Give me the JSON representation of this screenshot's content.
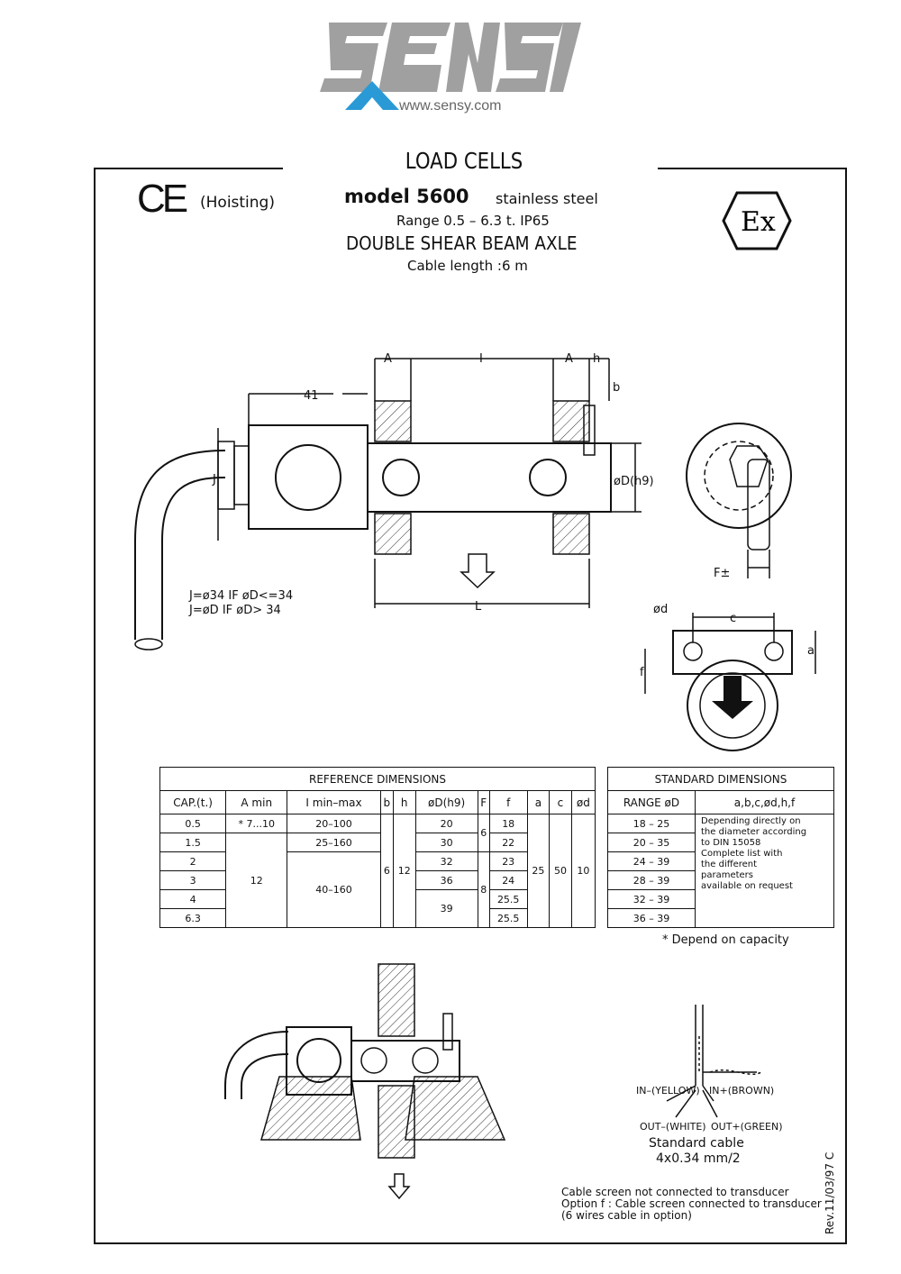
{
  "brand": {
    "logo_text": "SENSY",
    "url": "www.sensy.com"
  },
  "header": {
    "title": "LOAD CELLS",
    "ce_mark": "CE",
    "ce_note": "(Hoisting)",
    "model": "model 5600",
    "material": "stainless steel",
    "range": "Range  0.5 – 6.3 t. IP65",
    "type": "DOUBLE SHEAR BEAM AXLE",
    "cable": "Cable length :6 m",
    "ex_mark": "Ex"
  },
  "drawing_labels": {
    "A_left": "A",
    "I": "I",
    "A_right": "A",
    "h": "h",
    "b": "b",
    "dim_41": "41",
    "J": "J",
    "D": "øD(h9)",
    "L": "L",
    "F": "F±",
    "phi_d": "ød",
    "c": "c",
    "a": "a",
    "f": "f",
    "j_note1": "J=ø34  IF  øD<=34",
    "j_note2": "J=øD   IF  øD> 34"
  },
  "reference_table": {
    "title": "REFERENCE DIMENSIONS",
    "headers": [
      "CAP.(t.)",
      "A min",
      "I min–max",
      "b",
      "h",
      "øD(h9)",
      "F",
      "f",
      "a",
      "c",
      "ød"
    ],
    "cap": [
      "0.5",
      "1.5",
      "2",
      "3",
      "4",
      "6.3"
    ],
    "amin": [
      "*  7...10",
      "12"
    ],
    "imin": [
      "20–100",
      "25–160",
      "40–160"
    ],
    "b": "6",
    "h": "12",
    "D": [
      "20",
      "30",
      "32",
      "36",
      "39"
    ],
    "F": [
      "6",
      "8"
    ],
    "f": [
      "18",
      "22",
      "23",
      "24",
      "25.5",
      "25.5"
    ],
    "a": "25",
    "c": "50",
    "d": "10"
  },
  "standard_table": {
    "title": "STANDARD DIMENSIONS",
    "headers": [
      "RANGE øD",
      "a,b,c,ød,h,f"
    ],
    "ranges": [
      "18 – 25",
      "20 – 35",
      "24 – 39",
      "28 – 39",
      "32 – 39",
      "36 – 39"
    ],
    "note": [
      "Depending directly on",
      "the diameter according",
      "to DIN 15058",
      "Complete list with",
      "the different",
      "parameters",
      "available on request"
    ]
  },
  "footnote": "*  Depend on capacity",
  "cable": {
    "in_minus": "IN–(YELLOW)",
    "in_plus": "IN+(BROWN)",
    "out_minus": "OUT–(WHITE)",
    "out_plus": "OUT+(GREEN)",
    "standard": "Standard cable",
    "spec": "4x0.34  mm/2"
  },
  "notes": [
    "Cable screen not connected to transducer",
    "Option f : Cable screen connected to transducer",
    "(6 wires cable in option)"
  ],
  "revision": "Rev.11/03/97 C"
}
